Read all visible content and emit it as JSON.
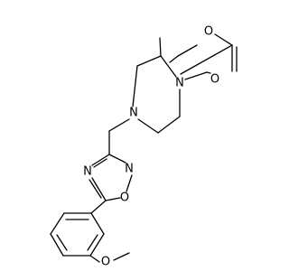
{
  "molecule": {
    "atoms": {
      "n1": "N",
      "n4": "N",
      "n_oxa3": "N",
      "n_oxa4": "N",
      "o_oxa": "O",
      "o_carbonyl": "O",
      "o_ester": "O",
      "o_methoxy": "O"
    }
  }
}
